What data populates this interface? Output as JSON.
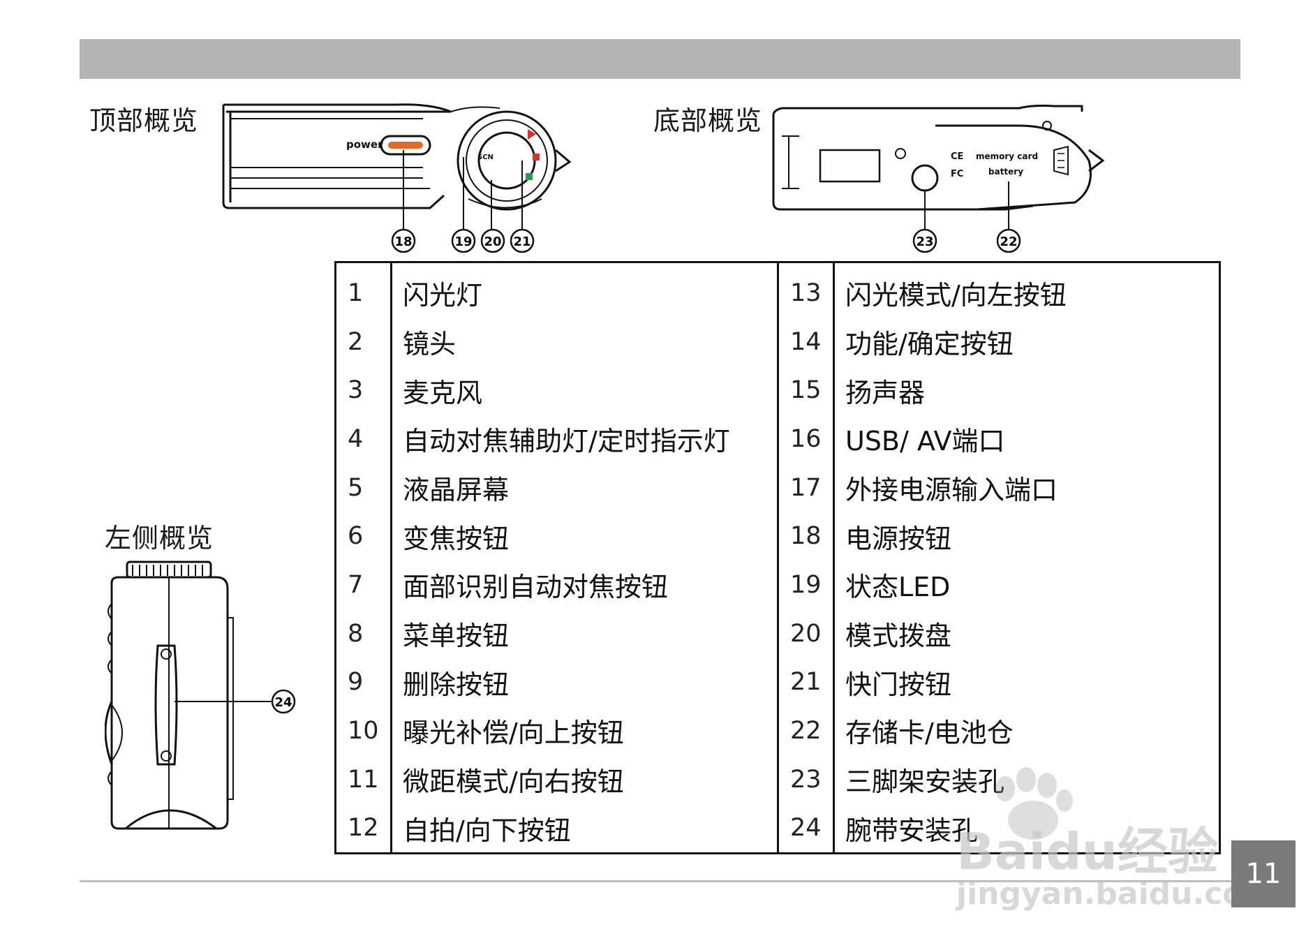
{
  "sections": {
    "top": "顶部概览",
    "bottom": "底部概览",
    "left": "左侧概览"
  },
  "diagram_labels": {
    "power": "power",
    "memory_card": "memory card",
    "battery": "battery",
    "scn": "SCN",
    "ce": "CE",
    "fc": "FC"
  },
  "callouts": [
    "18",
    "19",
    "20",
    "21",
    "23",
    "22",
    "24"
  ],
  "table": {
    "left": [
      {
        "num": "1",
        "text": "闪光灯"
      },
      {
        "num": "2",
        "text": "镜头"
      },
      {
        "num": "3",
        "text": "麦克风"
      },
      {
        "num": "4",
        "text": "自动对焦辅助灯/定时指示灯"
      },
      {
        "num": "5",
        "text": "液晶屏幕"
      },
      {
        "num": "6",
        "text": "变焦按钮"
      },
      {
        "num": "7",
        "text": "面部识别自动对焦按钮"
      },
      {
        "num": "8",
        "text": "菜单按钮"
      },
      {
        "num": "9",
        "text": "删除按钮"
      },
      {
        "num": "10",
        "text": "曝光补偿/向上按钮"
      },
      {
        "num": "11",
        "text": "微距模式/向右按钮"
      },
      {
        "num": "12",
        "text": "自拍/向下按钮"
      }
    ],
    "right": [
      {
        "num": "13",
        "text": "闪光模式/向左按钮"
      },
      {
        "num": "14",
        "text": "功能/确定按钮"
      },
      {
        "num": "15",
        "text": "扬声器"
      },
      {
        "num": "16",
        "text": "USB/ AV端口"
      },
      {
        "num": "17",
        "text": "外接电源输入端口"
      },
      {
        "num": "18",
        "text": "电源按钮"
      },
      {
        "num": "19",
        "text": "状态LED"
      },
      {
        "num": "20",
        "text": "模式拨盘"
      },
      {
        "num": "21",
        "text": "快门按钮"
      },
      {
        "num": "22",
        "text": "存储卡/电池仓"
      },
      {
        "num": "23",
        "text": "三脚架安装孔"
      },
      {
        "num": "24",
        "text": "腕带安装孔"
      }
    ]
  },
  "page_number": "11",
  "watermark": {
    "brand": "Baidu经验",
    "url": "jingyan.baidu.com"
  },
  "colors": {
    "header_bar": "#b3b3b3",
    "page_box": "#7a7a7a",
    "power_button": "#e06a2a"
  }
}
